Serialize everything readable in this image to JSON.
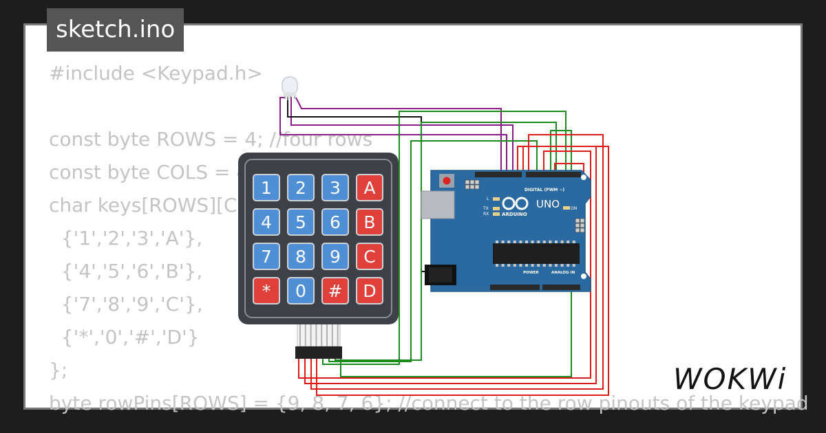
{
  "tab": {
    "filename": "sketch.ino"
  },
  "code_lines": [
    "#include <Keypad.h>",
    "",
    "const byte ROWS = 4; //four rows",
    "const byte COLS = 4; //four columns",
    "char keys[ROWS][COLS] = {",
    "  {'1','2','3','A'},",
    "  {'4','5','6','B'},",
    "  {'7','8','9','C'},",
    "  {'*','0','#','D'}",
    "};",
    "byte rowPins[ROWS] = {9, 8, 7, 6}; //connect to the row pinouts of the keypad"
  ],
  "keypad": {
    "keys": [
      [
        {
          "label": "1",
          "color": "blue"
        },
        {
          "label": "2",
          "color": "blue"
        },
        {
          "label": "3",
          "color": "blue"
        },
        {
          "label": "A",
          "color": "red"
        }
      ],
      [
        {
          "label": "4",
          "color": "blue"
        },
        {
          "label": "5",
          "color": "blue"
        },
        {
          "label": "6",
          "color": "blue"
        },
        {
          "label": "B",
          "color": "red"
        }
      ],
      [
        {
          "label": "7",
          "color": "blue"
        },
        {
          "label": "8",
          "color": "blue"
        },
        {
          "label": "9",
          "color": "blue"
        },
        {
          "label": "C",
          "color": "red"
        }
      ],
      [
        {
          "label": "*",
          "color": "red"
        },
        {
          "label": "0",
          "color": "blue"
        },
        {
          "label": "#",
          "color": "red"
        },
        {
          "label": "D",
          "color": "red"
        }
      ]
    ]
  },
  "arduino": {
    "brand": "UNO",
    "maker": "ARDUINO",
    "digital_label": "DIGITAL (PWM ~)",
    "power_label": "POWER",
    "analog_label": "ANALOG IN",
    "on_label": "ON",
    "l_label": "L",
    "tx_label": "TX",
    "rx_label": "RX"
  },
  "logo": {
    "text": "WOKWi"
  },
  "colors": {
    "background": "#1d1d1d",
    "card": "#ffffff",
    "code_text": "#c4c4c4",
    "tab_bg": "#555555",
    "board": "#2b6aa0",
    "keypad_body": "#3d4046",
    "key_blue": "#4f8fd6",
    "key_red": "#e0403a",
    "wire_purple": "#8a1a8a",
    "wire_green": "#1a8a1a",
    "wire_red": "#e01818",
    "wire_black": "#111111"
  }
}
